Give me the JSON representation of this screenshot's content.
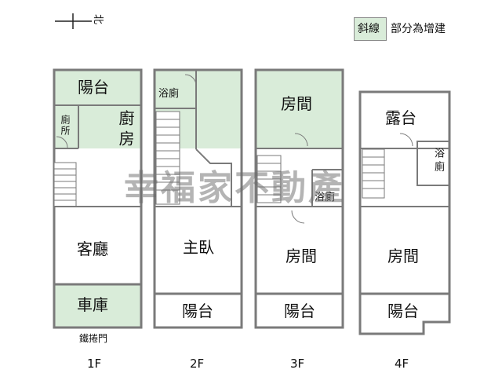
{
  "compass": {
    "north_label": "北"
  },
  "legend": {
    "swatch_label": "斜線",
    "text": "部分為增建",
    "swatch_color": "#d9ecd9"
  },
  "watermark": "幸福家不動產",
  "floors": [
    {
      "id": "1F",
      "label": "1F",
      "rooms": {
        "balcony": "陽台",
        "toilet": "廁所",
        "kitchen": "廚房",
        "living": "客廳",
        "garage": "車庫"
      },
      "door_label": "鐵捲門"
    },
    {
      "id": "2F",
      "label": "2F",
      "rooms": {
        "bath": "浴廁",
        "master": "主臥",
        "balcony": "陽台"
      }
    },
    {
      "id": "3F",
      "label": "3F",
      "rooms": {
        "room_top": "房間",
        "bath": "浴廁",
        "room": "房間",
        "balcony": "陽台"
      }
    },
    {
      "id": "4F",
      "label": "4F",
      "rooms": {
        "terrace": "露台",
        "bath": "浴廁",
        "room": "房間",
        "balcony": "陽台"
      }
    }
  ],
  "colors": {
    "addition_fill": "#d9ecd9",
    "wall": "#7a7a7a",
    "text": "#111111"
  }
}
